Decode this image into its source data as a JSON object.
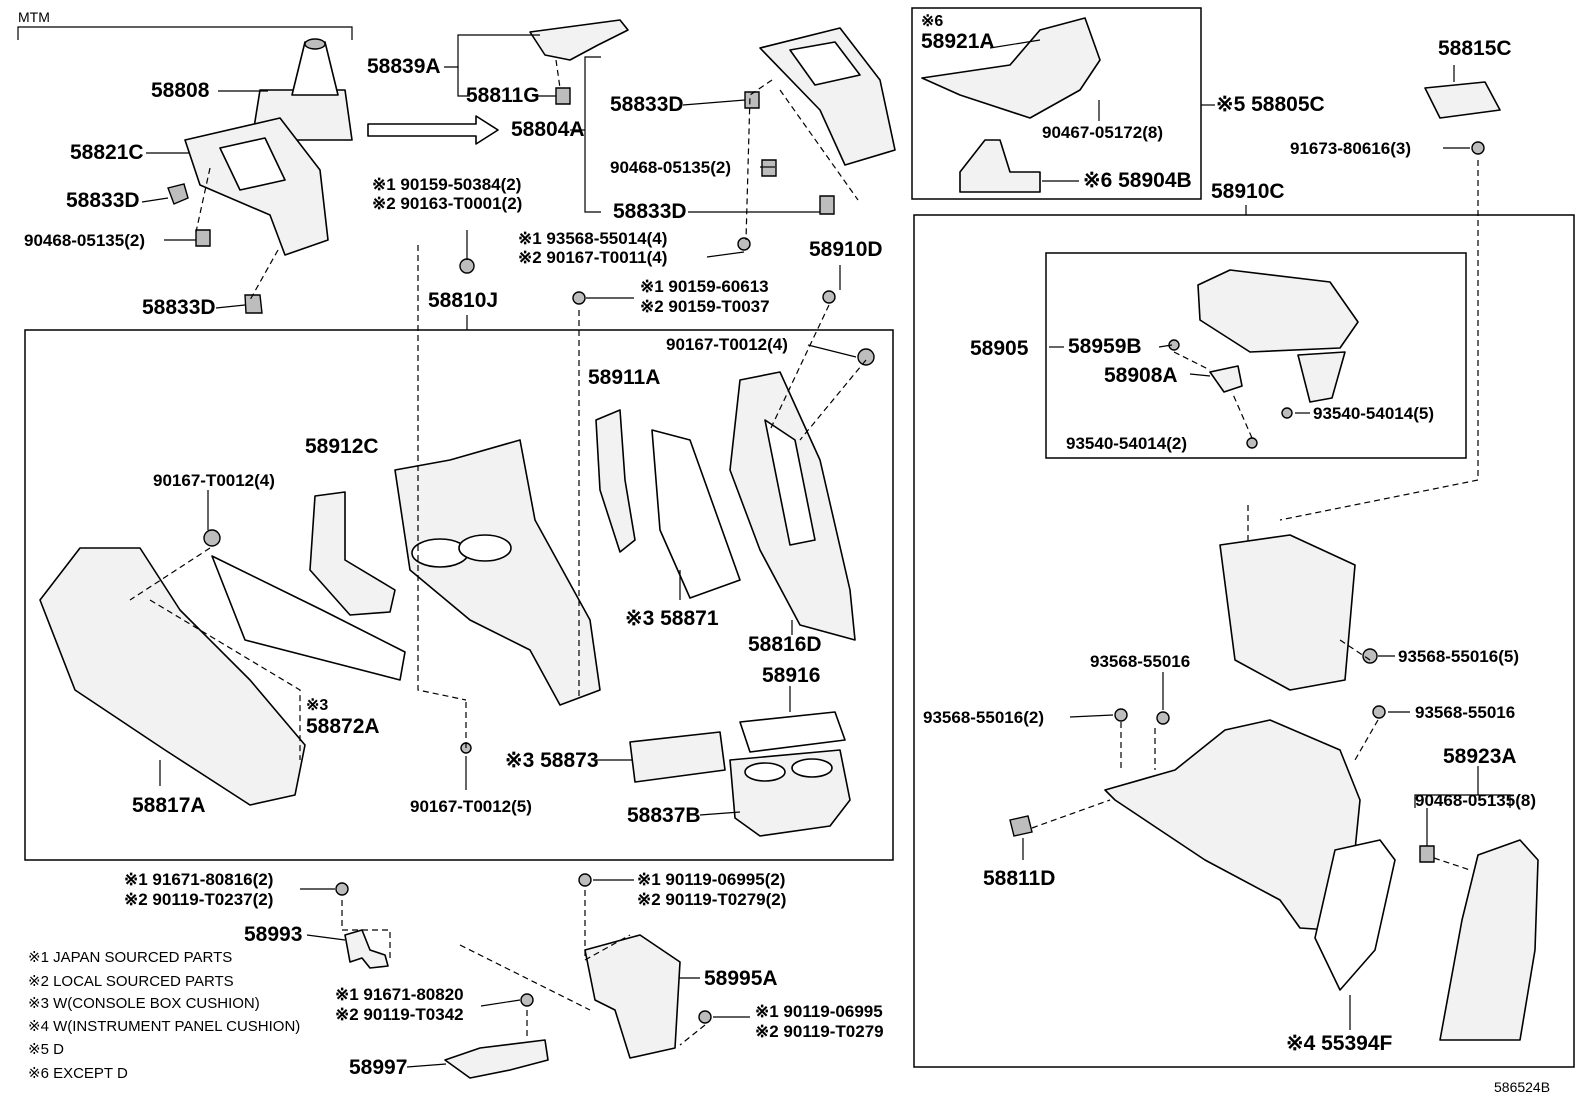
{
  "header": {
    "model_label": "MTM",
    "diagram_id": "586524B"
  },
  "labels": {
    "p58808": "58808",
    "p58821C": "58821C",
    "p58833D_a": "58833D",
    "p90468_a": "90468-05135(2)",
    "p58833D_b": "58833D",
    "p58839A": "58839A",
    "p58811G": "58811G",
    "p58804A": "58804A",
    "p58833D_c": "58833D",
    "p90468_b": "90468-05135(2)",
    "p58833D_d": "58833D",
    "p93568_a1": "※1 93568-55014(4)",
    "p90167_a2": "※2 90167-T0011(4)",
    "p90159_b1": "※1 90159-50384(2)",
    "p90163_b2": "※2 90163-T0001(2)",
    "p58810J": "58810J",
    "p90159_c1": "※1 90159-60613",
    "p90159_c2": "※2 90159-T0037",
    "p58910D": "58910D",
    "p90167_d": "90167-T0012(4)",
    "p58911A": "58911A",
    "p58912C": "58912C",
    "p90167_e": "90167-T0012(4)",
    "p58871": "※3 58871",
    "p58816D": "58816D",
    "p58872A_n": "※3",
    "p58872A": "58872A",
    "p58916": "58916",
    "p58873": "※3 58873",
    "p58817A": "58817A",
    "p90167_f": "90167-T0012(5)",
    "p58837B": "58837B",
    "p58921A_n": "※6",
    "p58921A": "58921A",
    "p90467": "90467-05172(8)",
    "p58805C": "※5 58805C",
    "p58904B": "※6 58904B",
    "p58815C": "58815C",
    "p91673": "91673-80616(3)",
    "p58910C": "58910C",
    "p58905": "58905",
    "p58959B": "58959B",
    "p58908A": "58908A",
    "p93540_a": "93540-54014(5)",
    "p93540_b": "93540-54014(2)",
    "p93568_c": "93568-55016(5)",
    "p93568_d": "93568-55016",
    "p93568_e": "93568-55016(2)",
    "p93568_f": "93568-55016",
    "p58923A": "58923A",
    "p90468_c": "90468-05135(8)",
    "p58811D": "58811D",
    "p55394F": "※4 55394F",
    "p91671_a1": "※1 91671-80816(2)",
    "p90119_a2": "※2 90119-T0237(2)",
    "p58993": "58993",
    "p90119_b1": "※1 90119-06995(2)",
    "p90119_b2": "※2 90119-T0279(2)",
    "p58995A": "58995A",
    "p91671_c1": "※1 91671-80820",
    "p90119_c2": "※2 90119-T0342",
    "p58997": "58997",
    "p90119_d1": "※1 90119-06995",
    "p90119_d2": "※2 90119-T0279"
  },
  "notes": [
    "※1 JAPAN SOURCED PARTS",
    "※2 LOCAL SOURCED PARTS",
    "※3 W(CONSOLE BOX CUSHION)",
    "※4 W(INSTRUMENT PANEL CUSHION)",
    "※5 D",
    "※6 EXCEPT D"
  ]
}
